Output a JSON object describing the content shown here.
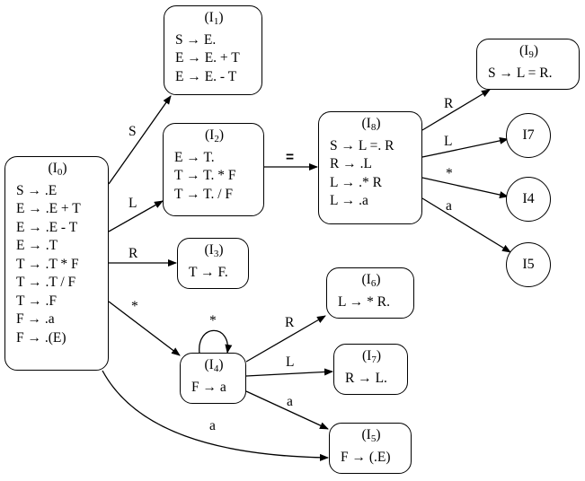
{
  "diagram": {
    "type": "LR(0) automaton (canonical item sets)",
    "states": [
      {
        "id": "I0",
        "title": "I",
        "sub": "0",
        "items": [
          "S → .E",
          "E → .E + T",
          "E → .E - T",
          "E → .T",
          "T → .T * F",
          "T → .T / F",
          "T → .F",
          "F → .a",
          "F → .(E)"
        ]
      },
      {
        "id": "I1",
        "title": "I",
        "sub": "1",
        "items": [
          "S → E.",
          "E → E. + T",
          "E → E. - T"
        ]
      },
      {
        "id": "I2",
        "title": "I",
        "sub": "2",
        "items": [
          "E → T.",
          "T → T. * F",
          "T → T. / F"
        ]
      },
      {
        "id": "I3",
        "title": "I",
        "sub": "3",
        "items": [
          "T → F."
        ]
      },
      {
        "id": "I4",
        "title": "I",
        "sub": "4",
        "items": [
          "F → a"
        ]
      },
      {
        "id": "I5",
        "title": "I",
        "sub": "5",
        "items": [
          "F → (.E)"
        ]
      },
      {
        "id": "I6",
        "title": "I",
        "sub": "6",
        "items": [
          "L → * R."
        ]
      },
      {
        "id": "I7",
        "title": "I",
        "sub": "7",
        "items": [
          "R → L."
        ]
      },
      {
        "id": "I8",
        "title": "I",
        "sub": "8",
        "items": [
          "S → L =. R",
          "R → .L",
          "L → .* R",
          "L → .a"
        ]
      },
      {
        "id": "I9",
        "title": "I",
        "sub": "9",
        "items": [
          "S → L = R."
        ]
      }
    ],
    "refs": [
      {
        "id": "ref-I7",
        "label": "I7"
      },
      {
        "id": "ref-I4",
        "label": "I4"
      },
      {
        "id": "ref-I5",
        "label": "I5"
      }
    ],
    "edges": [
      {
        "from": "I0",
        "to": "I1",
        "label": "S"
      },
      {
        "from": "I0",
        "to": "I2",
        "label": "L"
      },
      {
        "from": "I0",
        "to": "I3",
        "label": "R"
      },
      {
        "from": "I0",
        "to": "I4",
        "label": "*"
      },
      {
        "from": "I0",
        "to": "I5",
        "label": "a"
      },
      {
        "from": "I2",
        "to": "I8",
        "label": "="
      },
      {
        "from": "I8",
        "to": "I9",
        "label": "R"
      },
      {
        "from": "I8",
        "to": "ref-I7",
        "label": "L"
      },
      {
        "from": "I8",
        "to": "ref-I4",
        "label": "*"
      },
      {
        "from": "I8",
        "to": "ref-I5",
        "label": "a"
      },
      {
        "from": "I4",
        "to": "I4",
        "label": "*"
      },
      {
        "from": "I4",
        "to": "I6",
        "label": "R"
      },
      {
        "from": "I4",
        "to": "I7",
        "label": "L"
      },
      {
        "from": "I4",
        "to": "I5",
        "label": "a"
      }
    ]
  }
}
